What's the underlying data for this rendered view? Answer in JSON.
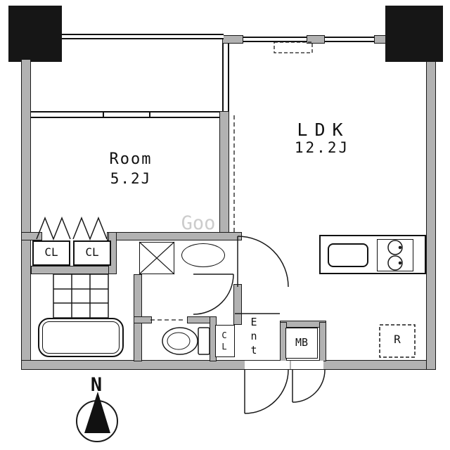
{
  "floor_plan": {
    "watermark": "Goo",
    "compass_label": "N",
    "rooms": {
      "living": {
        "name": "LDK",
        "size": "12.2J"
      },
      "bedroom": {
        "name": "Room",
        "size": "5.2J"
      }
    },
    "labels": {
      "closet_1": "CL",
      "closet_2": "CL",
      "closet_hall": "CL",
      "entrance": "Ent",
      "meter_box": "MB",
      "refrigerator": "R"
    },
    "colors": {
      "wall_fill": "#b2b2b2",
      "line": "#1a1a1a",
      "pillar": "#161616",
      "watermark": "#cccccc"
    }
  }
}
